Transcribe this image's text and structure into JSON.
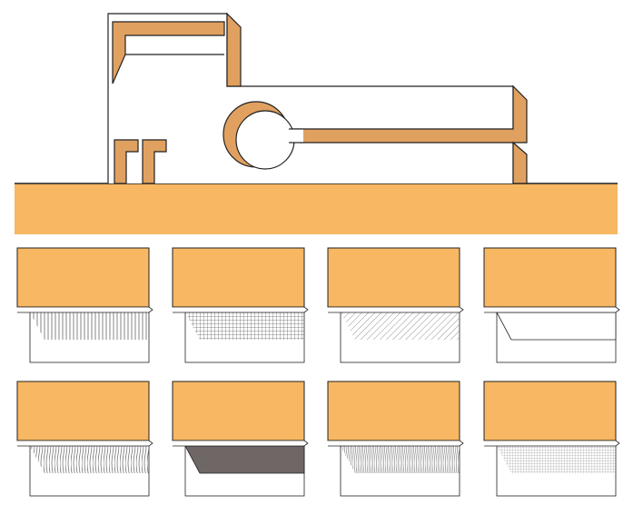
{
  "colors": {
    "primary_fill": "#F7B763",
    "secondary_fill": "#E0A160",
    "outline": "#222222",
    "white": "#FFFFFF",
    "dark_gray": "#6E6765",
    "hatch_line": "#666666"
  },
  "main_diagram": {
    "parts": [
      "upper-frame",
      "l-bracket",
      "small-posts",
      "ring-arm",
      "base-slab"
    ]
  },
  "panels": [
    {
      "pattern": "vertical-lines"
    },
    {
      "pattern": "crosshatch-grid"
    },
    {
      "pattern": "diagonal-lines"
    },
    {
      "pattern": "blank-outline"
    },
    {
      "pattern": "wavy-lines"
    },
    {
      "pattern": "solid-dark"
    },
    {
      "pattern": "dense-wavy-lines"
    },
    {
      "pattern": "fine-grid"
    }
  ]
}
